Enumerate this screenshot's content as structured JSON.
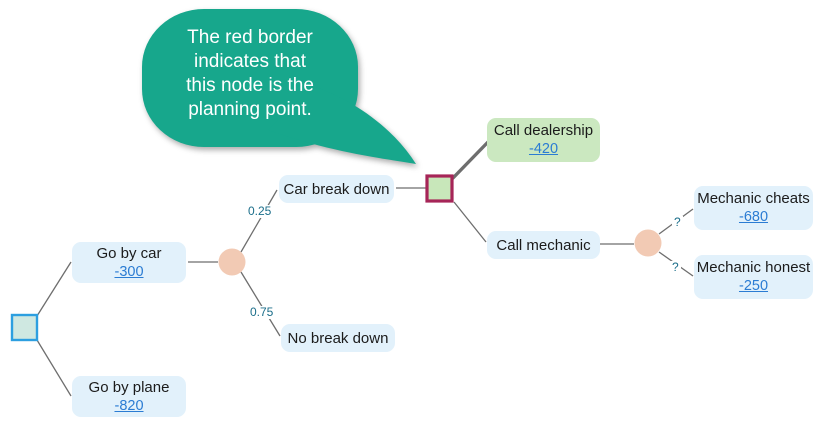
{
  "annotation_bubble": {
    "lines": [
      "The red border",
      "indicates that",
      "this node is the",
      "planning point."
    ],
    "full_text": "The red border indicates that this node is the planning point."
  },
  "tree": {
    "type": "decision-tree",
    "branches": {
      "go_by_car": {
        "label": "Go by car",
        "value": "-300"
      },
      "go_by_plane": {
        "label": "Go by plane",
        "value": "-820"
      },
      "car_break_down": {
        "label": "Car break down",
        "probability": "0.25"
      },
      "no_break_down": {
        "label": "No break down",
        "probability": "0.75"
      },
      "call_dealership": {
        "label": "Call dealership",
        "value": "-420",
        "best": true
      },
      "call_mechanic": {
        "label": "Call mechanic"
      },
      "mechanic_cheats": {
        "label": "Mechanic cheats",
        "value": "-680",
        "probability": "?"
      },
      "mechanic_honest": {
        "label": "Mechanic honest",
        "value": "-250",
        "probability": "?"
      }
    }
  },
  "colors": {
    "background": "#ffffff",
    "bubble": "#17a78c",
    "bubble_text": "#ffffff",
    "label_box_blue": "#e2f1fb",
    "label_box_green": "#cbe8c0",
    "planning_node_fill": "#c8e7ba",
    "planning_node_border": "#a62558",
    "root_node_fill": "#cfe8e1",
    "root_node_border": "#2d9fe0",
    "chance_node_fill": "#f2cab4",
    "edge": "#6e6e6e",
    "best_edge": "#3cb043",
    "value_link": "#2b7cd3",
    "probability_label": "#1b6e8a"
  }
}
